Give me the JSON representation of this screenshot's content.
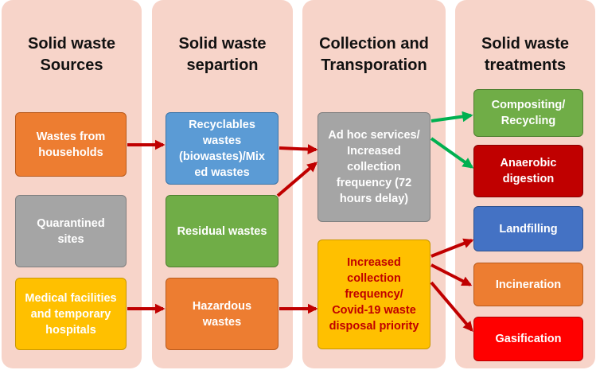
{
  "columns": {
    "sources": "Solid waste\nSources",
    "separation": "Solid waste\nsepartion",
    "collection": "Collection and\nTransporation",
    "treatments": "Solid waste\ntreatments"
  },
  "sources": {
    "households": "Wastes from\nhouseholds",
    "quarantined": "Quarantined\nsites",
    "medical": "Medical facilities\nand temporary\nhospitals"
  },
  "separation": {
    "recyclables": "Recyclables\nwastes\n(biowastes)/Mix\ned wastes",
    "residual": "Residual wastes",
    "hazardous": "Hazardous\nwastes"
  },
  "collection": {
    "adhoc": "Ad hoc services/\nIncreased\ncollection\nfrequency (72\nhours delay)",
    "increased": "Increased\ncollection\nfrequency/\nCovid-19 waste\ndisposal priority"
  },
  "treatments": {
    "composting": "Compositing/\nRecycling",
    "anaerobic": "Anaerobic\ndigestion",
    "landfilling": "Landfilling",
    "incineration": "Incineration",
    "gasification": "Gasification"
  },
  "colors": {
    "panel": "#f7d4c9",
    "arrow_red": "#c00000",
    "arrow_green": "#00b050"
  }
}
